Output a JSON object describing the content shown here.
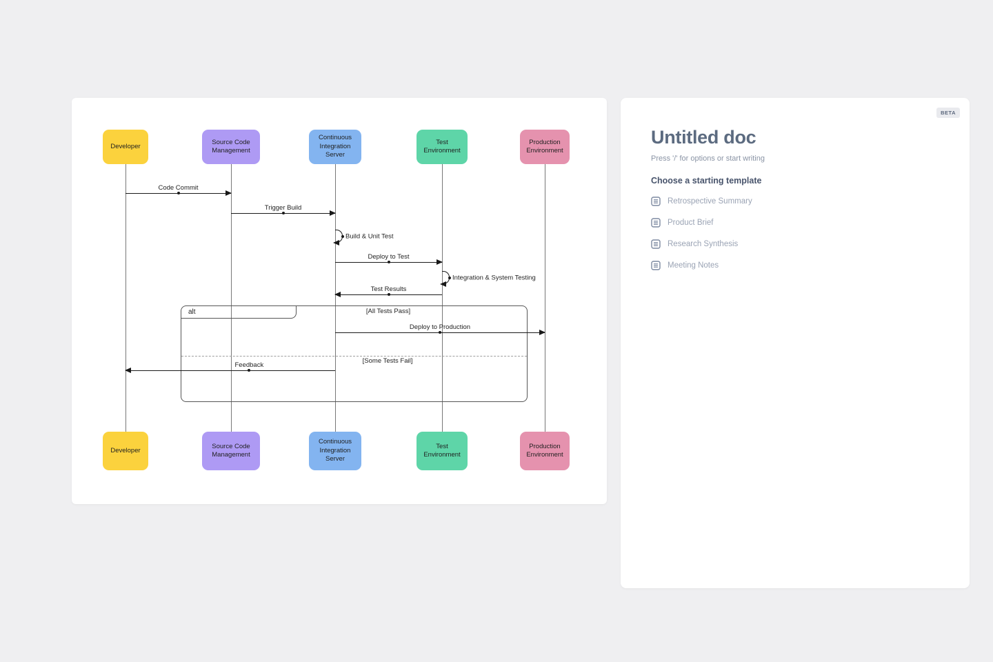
{
  "diagram": {
    "actors": [
      {
        "id": "developer",
        "label": "Developer",
        "color": "#FBD23D"
      },
      {
        "id": "scm",
        "label": "Source Code Management",
        "color": "#AE9AF4"
      },
      {
        "id": "ci",
        "label": "Continuous Integration Server",
        "color": "#83B4F0"
      },
      {
        "id": "test",
        "label": "Test Environment",
        "color": "#5ED5A8"
      },
      {
        "id": "prod",
        "label": "Production Environment",
        "color": "#E592AE"
      }
    ],
    "messages": [
      {
        "label": "Code Commit",
        "from": "Developer",
        "to": "Source Code Management"
      },
      {
        "label": "Trigger Build",
        "from": "Source Code Management",
        "to": "Continuous Integration Server"
      },
      {
        "label": "Build & Unit Test",
        "type": "self",
        "on": "Continuous Integration Server"
      },
      {
        "label": "Deploy to Test",
        "from": "Continuous Integration Server",
        "to": "Test Environment"
      },
      {
        "label": "Integration & System Testing",
        "type": "self",
        "on": "Test Environment"
      },
      {
        "label": "Test Results",
        "from": "Test Environment",
        "to": "Continuous Integration Server"
      },
      {
        "label": "Deploy to Production",
        "from": "Continuous Integration Server",
        "to": "Production Environment"
      },
      {
        "label": "Feedback",
        "from": "Continuous Integration Server",
        "to": "Developer"
      }
    ],
    "alt": {
      "label": "alt",
      "guards": [
        "[All Tests Pass]",
        "[Some Tests Fail]"
      ]
    }
  },
  "doc_panel": {
    "beta_badge": "BETA",
    "title": "Untitled doc",
    "placeholder": "Press '/' for options or start writing",
    "templates_heading": "Choose a starting template",
    "templates": [
      {
        "label": "Retrospective Summary"
      },
      {
        "label": "Product Brief"
      },
      {
        "label": "Research Synthesis"
      },
      {
        "label": "Meeting Notes"
      }
    ]
  }
}
